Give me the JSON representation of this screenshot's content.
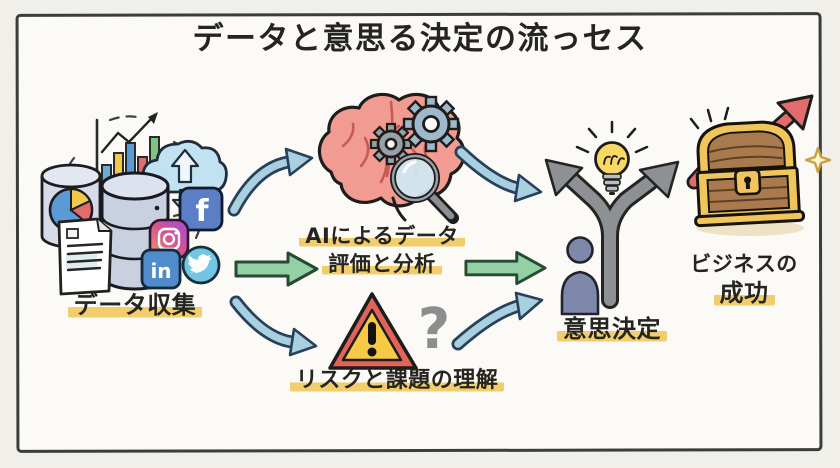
{
  "title": "データと意思る決定の流っセス",
  "stages": {
    "collection": {
      "label": "データ収集"
    },
    "analysis": {
      "line1": "AIによるデータ",
      "line2": "評価と分析"
    },
    "risk": {
      "label": "リスクと課題の理解",
      "question_mark": "?"
    },
    "decision": {
      "label": "意思決定"
    },
    "success": {
      "line1": "ビジネスの",
      "line2": "成功"
    }
  },
  "social": {
    "facebook": "f",
    "linkedin": "in"
  },
  "icons": {
    "collection": [
      "pie-database-icon",
      "bar-chart-icon",
      "cloud-sync-icon",
      "database-icon",
      "document-icon",
      "facebook-icon",
      "instagram-icon",
      "twitter-icon",
      "linkedin-icon"
    ],
    "analysis": [
      "brain-icon",
      "gear-icon",
      "magnifier-icon"
    ],
    "risk": [
      "warning-triangle-icon",
      "question-mark-icon"
    ],
    "decision": [
      "fork-arrow-icon",
      "person-icon",
      "lightbulb-icon"
    ],
    "success": [
      "treasure-chest-icon",
      "growth-arrow-icon",
      "sparkle-icon"
    ]
  },
  "colors": {
    "background": "#f0efe9",
    "canvas": "#fbfaf6",
    "frame": "#3c3c3a",
    "ink": "#25241f",
    "highlight": "#f2cd6b",
    "arrow_blue": "#a9d0df",
    "arrow_green": "#93d0a4",
    "brain_pink": "#f29b93",
    "gear_gray": "#9aa0a8",
    "gear_blue": "#9fb8cb",
    "warning_red": "#e2635a",
    "warning_yellow": "#f6c947",
    "fork_gray": "#8e9194",
    "person_blue": "#7e88ab",
    "bulb_yellow": "#f7d964",
    "chest_gold": "#f0c55c",
    "chest_brown": "#a97a4e",
    "growth_red": "#e26b6b",
    "facebook_blue": "#5b7fc7",
    "twitter_blue": "#72c6e3",
    "linkedin_blue": "#4f8cc9"
  }
}
